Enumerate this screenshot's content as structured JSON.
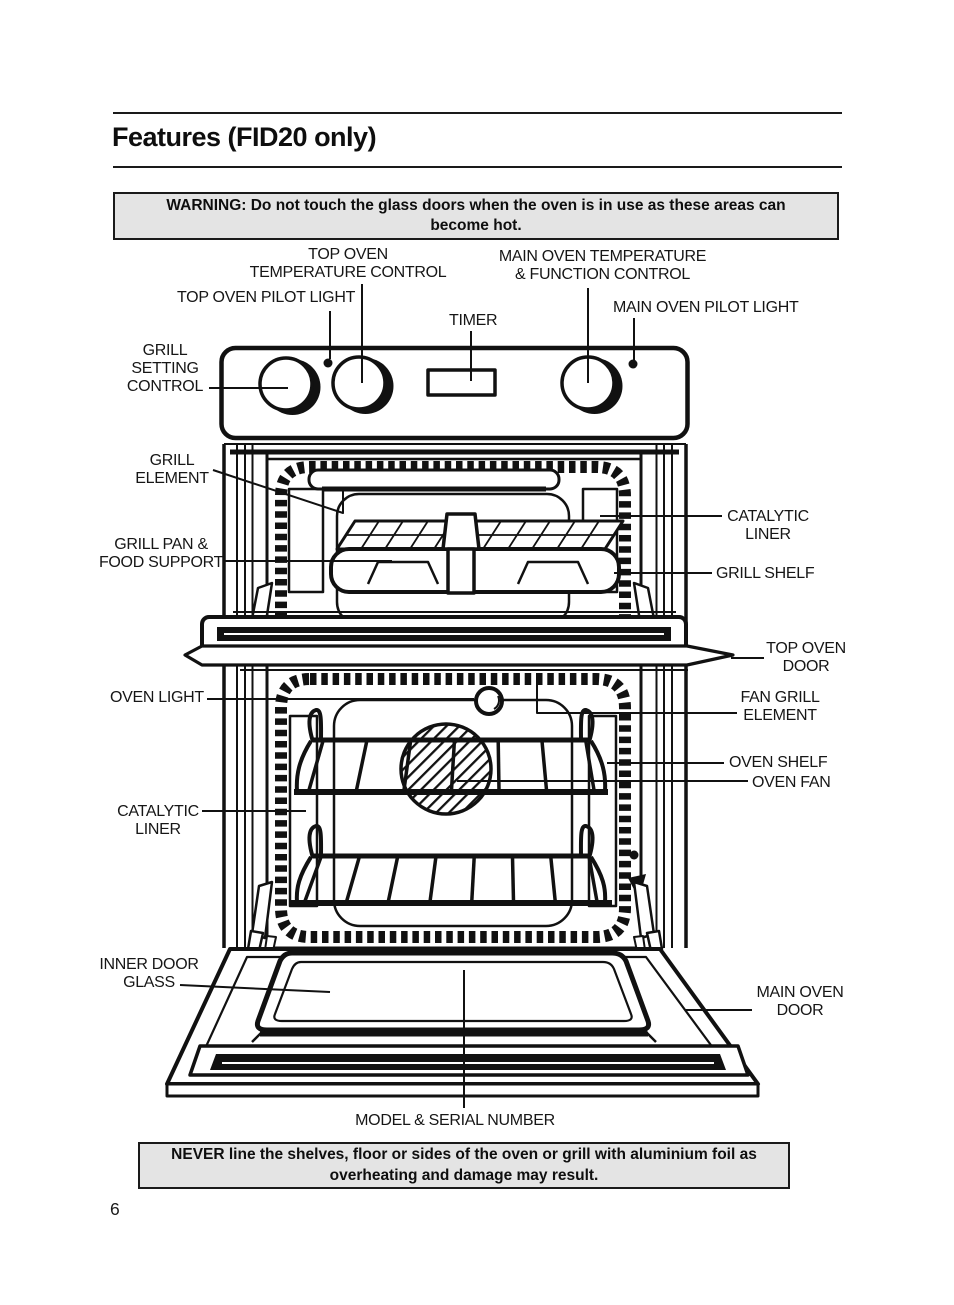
{
  "page": {
    "title": "Features (FID20 only)",
    "page_number": "6",
    "colors": {
      "ink": "#161616",
      "line_art": "#111111",
      "callout_box_bg": "#e4e4e4",
      "background": "#ffffff"
    }
  },
  "warning_box": {
    "text": "WARNING: Do not touch the glass doors when the oven is in use as these areas can\nbecome hot."
  },
  "note_box": {
    "text": "NEVER line the shelves, floor or sides of the oven or grill with aluminium foil as\noverheating and damage may result."
  },
  "diagram": {
    "description": "Labelled front-view line drawing of FID20 double oven with both doors open",
    "labels": {
      "top_oven_temperature_control": "TOP OVEN\nTEMPERATURE CONTROL",
      "main_oven_temperature_control": "MAIN OVEN TEMPERATURE\n& FUNCTION CONTROL",
      "top_oven_pilot_light": "TOP OVEN PILOT LIGHT",
      "main_oven_pilot_light": "MAIN OVEN PILOT LIGHT",
      "timer": "TIMER",
      "grill_setting_control": "GRILL\nSETTING\nCONTROL",
      "grill_element": "GRILL\nELEMENT",
      "grill_pan_food_support": "GRILL PAN &\nFOOD SUPPORT",
      "catalytic_liner_top": "CATALYTIC\nLINER",
      "grill_shelf": "GRILL SHELF",
      "top_oven_door": "TOP OVEN\nDOOR",
      "oven_light": "OVEN LIGHT",
      "fan_grill_element": "FAN GRILL\nELEMENT",
      "oven_shelf": "OVEN SHELF",
      "oven_fan": "OVEN FAN",
      "catalytic_liner_main": "CATALYTIC\nLINER",
      "inner_door_glass": "INNER DOOR\nGLASS",
      "main_oven_door": "MAIN OVEN\nDOOR",
      "model_serial_number": "MODEL & SERIAL NUMBER"
    }
  }
}
